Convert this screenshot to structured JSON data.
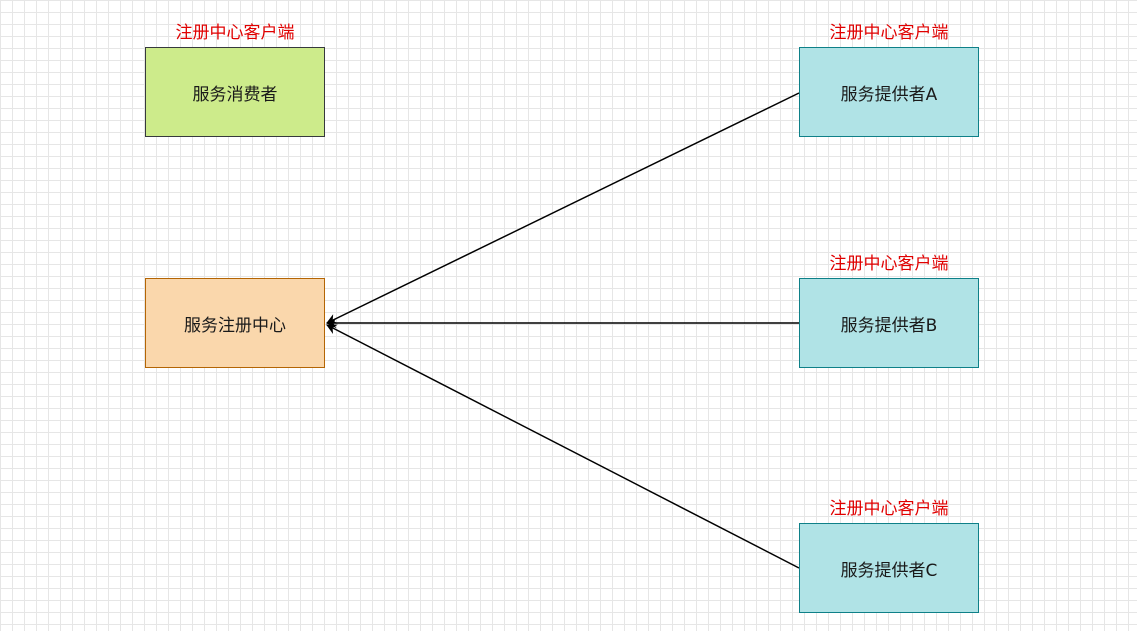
{
  "colors": {
    "client_tag_text": "#e00000",
    "consumer_fill": "#cdeb8b",
    "consumer_border": "#36393d",
    "registry_fill": "#fad7ac",
    "registry_border": "#b46504",
    "provider_fill": "#b0e3e6",
    "provider_border": "#0e8088",
    "edge": "#000000"
  },
  "consumer": {
    "label": "服务消费者",
    "tag": "注册中心客户端"
  },
  "registry": {
    "label": "服务注册中心"
  },
  "providers": [
    {
      "label": "服务提供者A",
      "tag": "注册中心客户端"
    },
    {
      "label": "服务提供者B",
      "tag": "注册中心客户端"
    },
    {
      "label": "服务提供者C",
      "tag": "注册中心客户端"
    }
  ]
}
